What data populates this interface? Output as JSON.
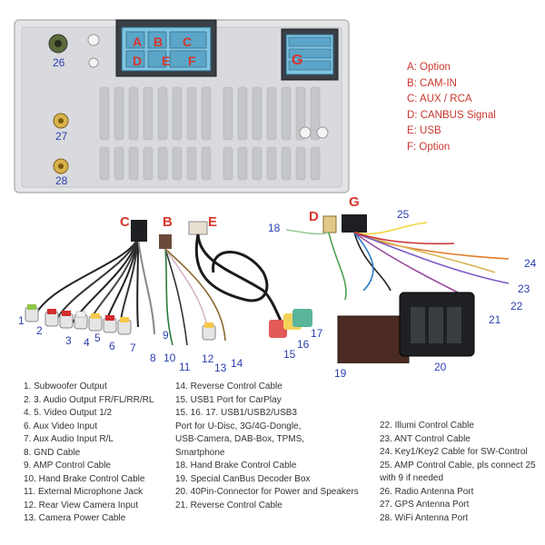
{
  "connector_letters": {
    "A": "A",
    "B": "B",
    "C": "C",
    "D": "D",
    "E": "E",
    "F": "F",
    "G": "G"
  },
  "port_legend": [
    "A: Option",
    "B: CAM-IN",
    "C: AUX / RCA",
    "D: CANBUS Signal",
    "E: USB",
    "F: Option"
  ],
  "panel_numbers": {
    "n26": "26",
    "n27": "27",
    "n28": "28"
  },
  "cable_numbers": [
    "1",
    "2",
    "3",
    "4",
    "5",
    "6",
    "7",
    "8",
    "9",
    "10",
    "11",
    "12",
    "13",
    "14",
    "15",
    "16",
    "17",
    "18",
    "19",
    "20",
    "21",
    "22",
    "23",
    "24",
    "25"
  ],
  "descriptions_col1": [
    "1. Subwoofer Output",
    "2. 3. Audio Output FR/FL/RR/RL",
    "4. 5. Video Output 1/2",
    "6. Aux Video Input",
    "7. Aux Audio Input R/L",
    "8. GND Cable",
    "9. AMP Control Cable",
    "10. Hand Brake Control Cable",
    "11. External Microphone Jack",
    "12. Rear View Camera Input",
    "13. Camera Power Cable"
  ],
  "descriptions_col2": [
    "14. Reverse Control Cable",
    "15. USB1 Port for CarPlay",
    "15. 16. 17. USB1/USB2/USB3",
    "Port for U-Disc, 3G/4G-Dongle,",
    "USB-Camera, DAB-Box, TPMS,",
    "Smartphone",
    "18. Hand Brake Control Cable",
    "19. Special CanBus Decoder Box",
    "20. 40Pin-Connector for Power and Speakers",
    "21. Reverse Control Cable"
  ],
  "descriptions_col3": [
    "22. Illumi Control Cable",
    "23. ANT Control Cable",
    "24. Key1/Key2 Cable for SW-Control",
    "25. AMP Control Cable, pls connect 25",
    "with 9 if needed",
    "26. Radio Antenna Port",
    "27. GPS Antenna Port",
    "28. WiFi Antenna Port"
  ]
}
